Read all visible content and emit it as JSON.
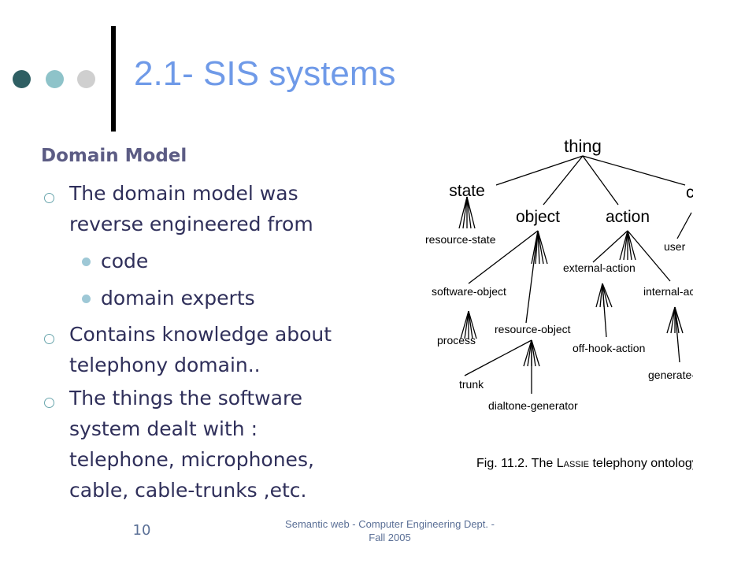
{
  "slide": {
    "title": "2.1- SIS systems",
    "heading": "Domain Model",
    "bullets": [
      {
        "lines": [
          "The domain model was",
          "reverse engineered from"
        ]
      },
      {
        "lines": [
          "Contains knowledge about",
          "telephony domain.."
        ]
      },
      {
        "lines": [
          "The things the software",
          "system dealt with :",
          "telephone, microphones,",
          "cable, cable-trunks ,etc."
        ]
      }
    ],
    "sub_bullets": [
      "code",
      "domain experts"
    ]
  },
  "figure": {
    "nodes": {
      "thing": "thing",
      "state": "state",
      "object": "object",
      "action": "action",
      "c_partial": "c",
      "user": "user",
      "resource_state": "resource-state",
      "software_object": "software-object",
      "resource_object": "resource-object",
      "external_action": "external-action",
      "internal_action": "internal-ac",
      "process": "process",
      "off_hook_action": "off-hook-action",
      "generate": "generate-",
      "trunk": "trunk",
      "dialtone_generator": "dialtone-generator"
    },
    "caption_prefix": "Fig. 11.2.",
    "caption_the": "The",
    "caption_L": "L",
    "caption_assie": "ASSIE",
    "caption_rest": "telephony ontology."
  },
  "footer": {
    "page_number": "10",
    "line1": "Semantic web - Computer Engineering Dept. -",
    "line2": "Fall 2005"
  }
}
